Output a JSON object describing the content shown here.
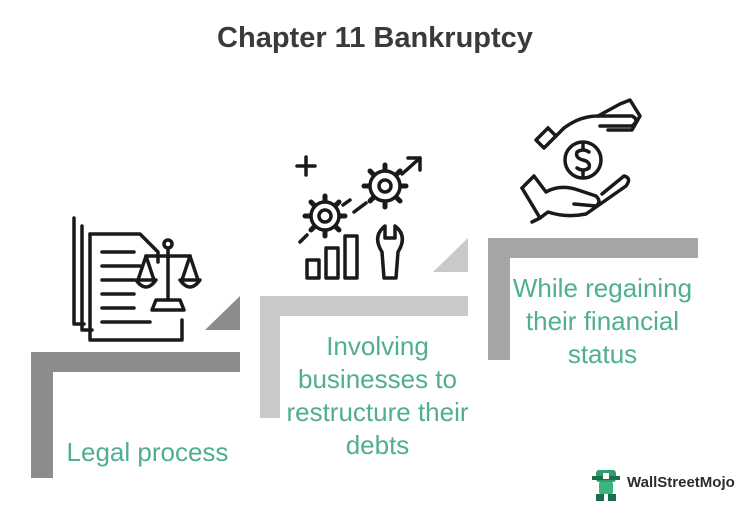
{
  "title": "Chapter 11 Bankruptcy",
  "steps": [
    {
      "label": "Legal process",
      "icon": "legal-documents-scale-icon"
    },
    {
      "label": "Involving businesses to restructure their debts",
      "icon": "gears-growth-chart-icon"
    },
    {
      "label": "While regaining their financial status",
      "icon": "hands-dollar-coin-icon"
    }
  ],
  "brand": {
    "name": "WallStreetMojo",
    "icon": "wallstreetmojo-logo-icon"
  },
  "colors": {
    "title": "#3a3a3a",
    "text": "#4fae93",
    "step_dark": "#8c8c8c",
    "step_mid": "#a6a6a6",
    "step_light": "#c9c9c9",
    "icon": "#1a1a1a"
  }
}
